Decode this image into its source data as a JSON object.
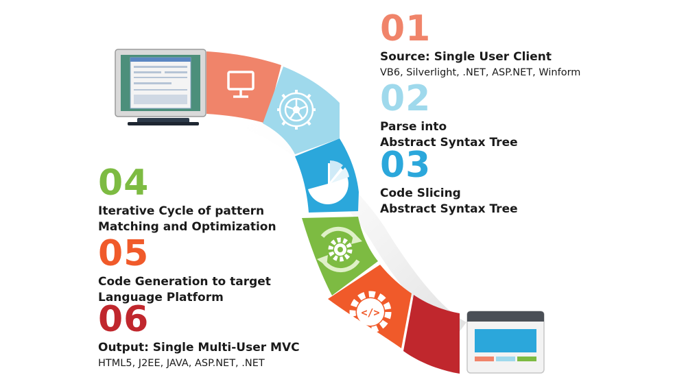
{
  "colors": {
    "s1": "#F0846A",
    "s2": "#9FD9EC",
    "s3": "#2BA7DB",
    "s4": "#7DBB42",
    "s5": "#F05A2A",
    "s6": "#C0272D"
  },
  "steps": [
    {
      "number": "01",
      "title": [
        "Source: Single User Client"
      ],
      "subtitle": "VB6, Silverlight, .NET,  ASP.NET, Winform",
      "icon": "monitor-icon"
    },
    {
      "number": "02",
      "title": [
        "Parse into",
        "Abstract Syntax Tree"
      ],
      "subtitle": "",
      "icon": "gear-icon"
    },
    {
      "number": "03",
      "title": [
        "Code Slicing",
        "Abstract Syntax Tree"
      ],
      "subtitle": "",
      "icon": "pie-chart-icon"
    },
    {
      "number": "04",
      "title": [
        "Iterative Cycle of pattern",
        "Matching and Optimization"
      ],
      "subtitle": "",
      "icon": "gear-cycle-icon"
    },
    {
      "number": "05",
      "title": [
        "Code Generation to target",
        "Language Platform"
      ],
      "subtitle": "",
      "icon": "code-gear-icon"
    },
    {
      "number": "06",
      "title": [
        "Output: Single Multi-User MVC"
      ],
      "subtitle": "HTML5, J2EE, JAVA, ASP.NET, .NET",
      "icon": "bar-chart-icon"
    }
  ]
}
